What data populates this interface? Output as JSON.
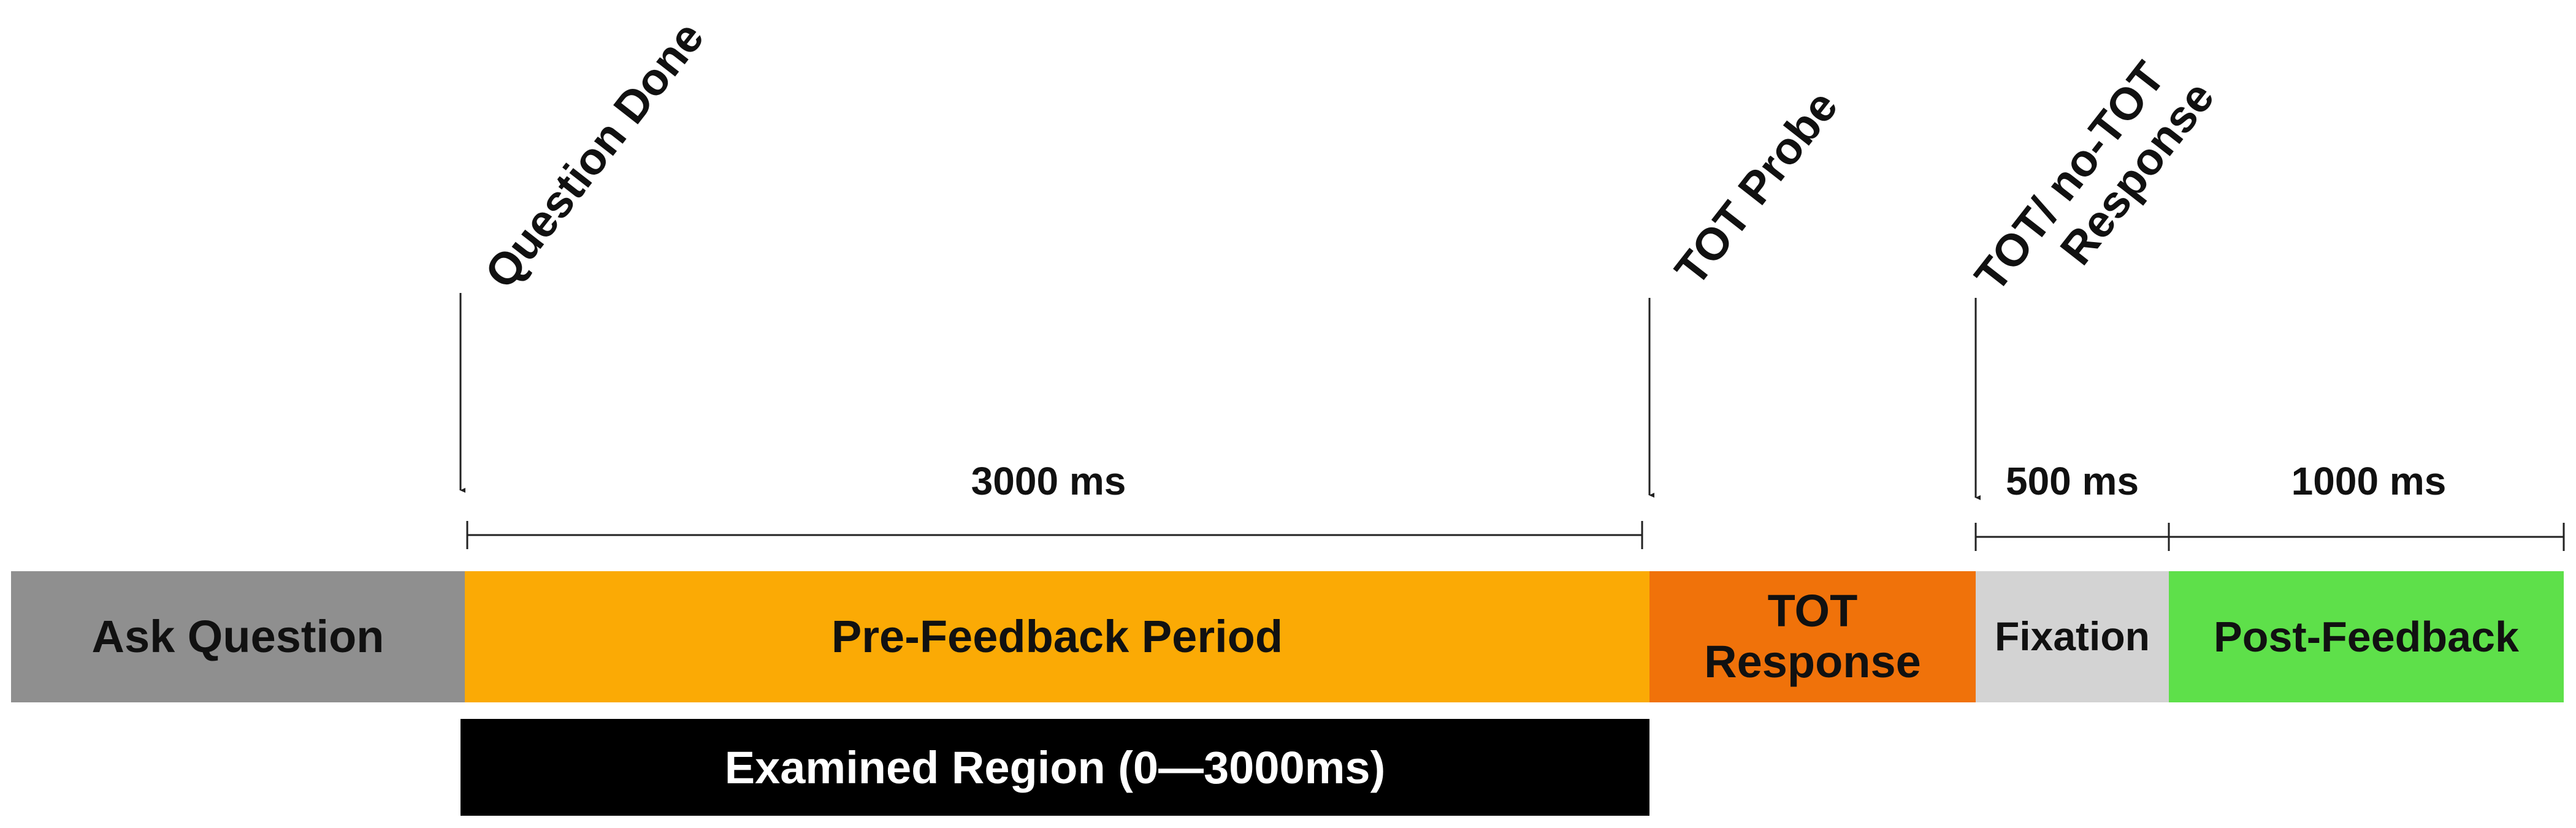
{
  "colors": {
    "ask_question": "#8f8f8f",
    "pre_feedback": "#fbaa05",
    "tot_response": "#f0720a",
    "fixation": "#d3d3d3",
    "post_feedback": "#5ee04a",
    "examined_region": "#000000"
  },
  "segments": {
    "ask_question": "Ask Question",
    "pre_feedback": "Pre-Feedback Period",
    "tot_response_line1": "TOT",
    "tot_response_line2": "Response",
    "fixation": "Fixation",
    "post_feedback": "Post-Feedback"
  },
  "examined_region": "Examined Region (0—3000ms)",
  "durations": {
    "pre_feedback": "3000 ms",
    "fixation": "500 ms",
    "post_feedback": "1000 ms"
  },
  "events": {
    "question_done": "Question Done",
    "tot_probe": "TOT Probe",
    "tot_response_line1": "TOT/ no-TOT",
    "tot_response_line2": "Response"
  }
}
